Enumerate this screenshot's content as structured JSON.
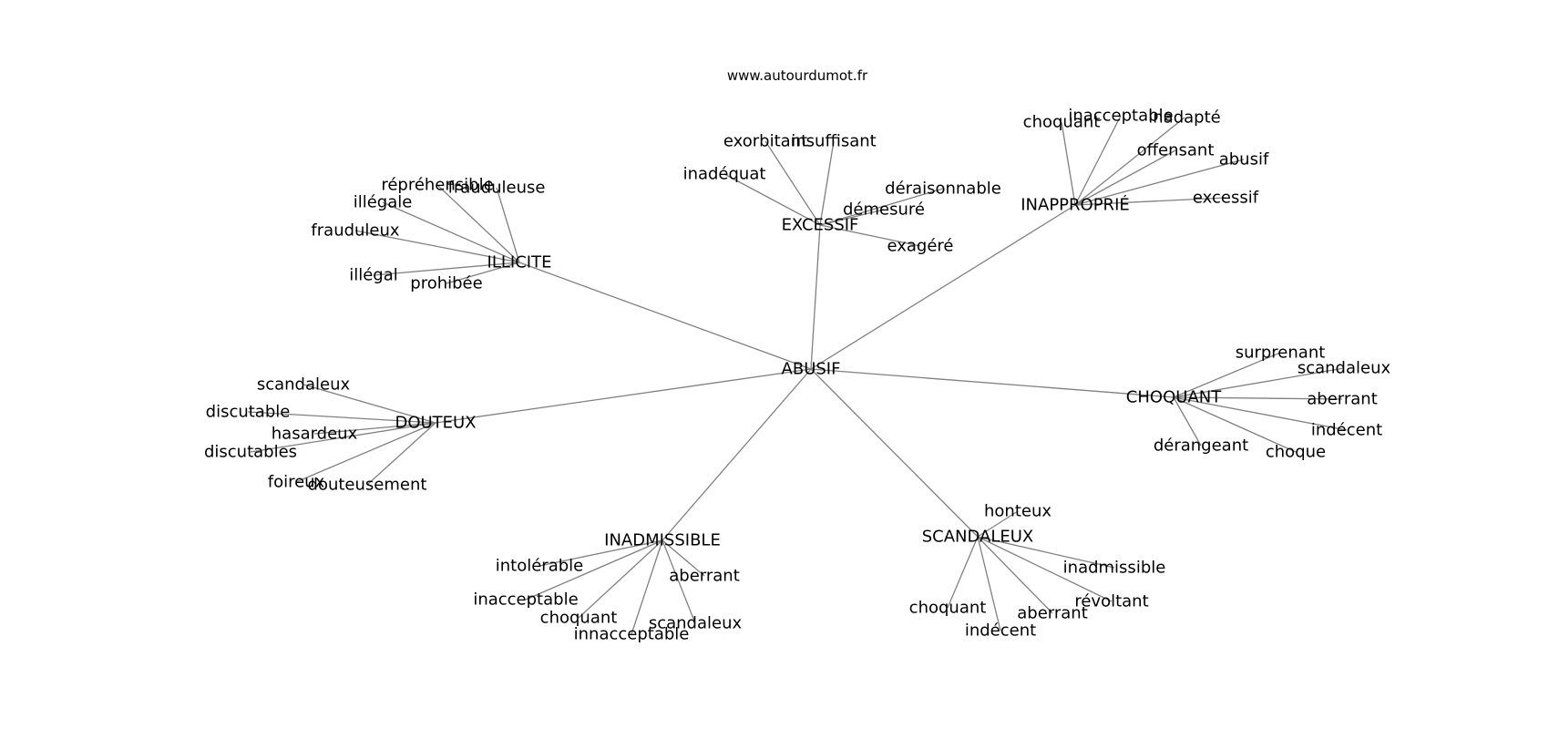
{
  "source": "www.autourdumot.fr",
  "graph": {
    "center": "ABUSIF",
    "clusters": [
      {
        "label": "ILLICITE",
        "children": [
          "répréhensible",
          "frauduleuse",
          "illégale",
          "frauduleux",
          "illégal",
          "prohibée"
        ]
      },
      {
        "label": "EXCESSIF",
        "children": [
          "exorbitant",
          "insuffisant",
          "inadéquat",
          "déraisonnable",
          "démesuré",
          "exagéré"
        ]
      },
      {
        "label": "INAPPROPRIÉ",
        "children": [
          "choquant",
          "inacceptable",
          "inadapté",
          "offensant",
          "abusif",
          "excessif"
        ]
      },
      {
        "label": "DOUTEUX",
        "children": [
          "scandaleux",
          "discutable",
          "hasardeux",
          "discutables",
          "foireux",
          "douteusement"
        ]
      },
      {
        "label": "CHOQUANT",
        "children": [
          "surprenant",
          "scandaleux",
          "aberrant",
          "indécent",
          "dérangeant",
          "choque"
        ]
      },
      {
        "label": "INADMISSIBLE",
        "children": [
          "intolérable",
          "aberrant",
          "inacceptable",
          "choquant",
          "innacceptable",
          "scandaleux"
        ]
      },
      {
        "label": "SCANDALEUX",
        "children": [
          "honteux",
          "inadmissible",
          "révoltant",
          "choquant",
          "aberrant",
          "indécent"
        ]
      }
    ]
  }
}
